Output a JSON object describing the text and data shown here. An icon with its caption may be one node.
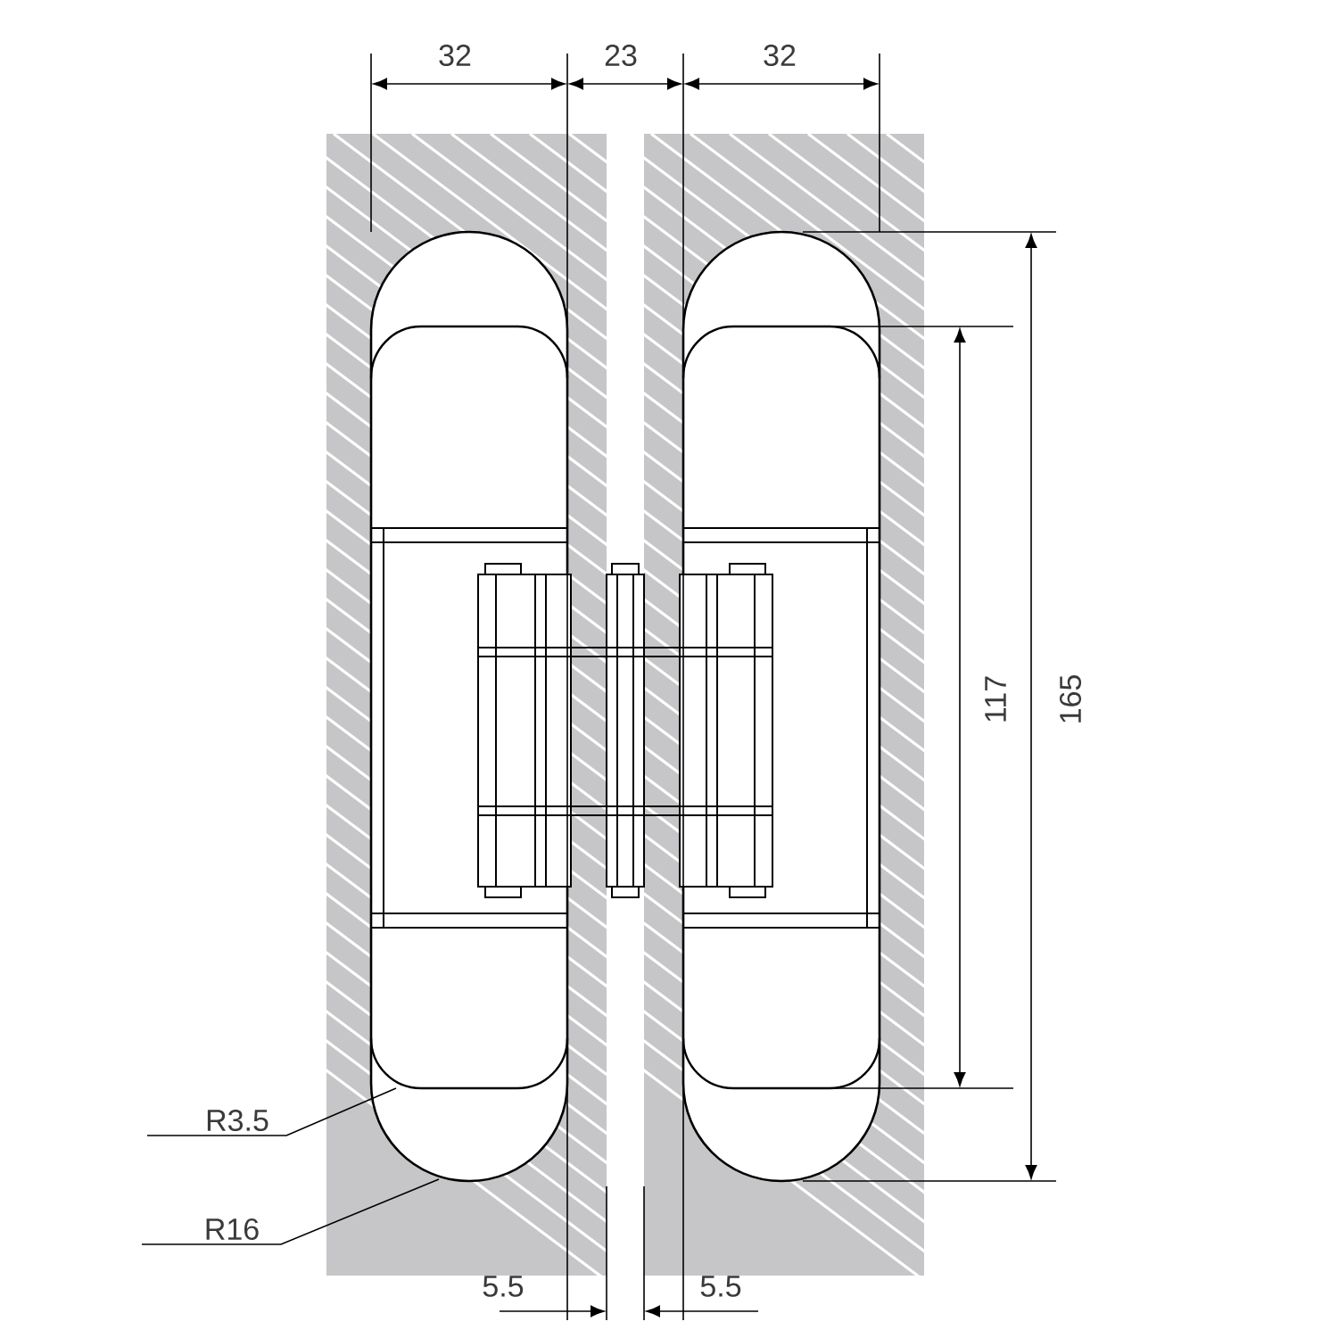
{
  "diagram": {
    "nodes": [
      {
        "text": [
          "R3.5"
        ]
      },
      {
        "text": [
          "R16"
        ]
      },
      {
        "text": [],
        "shape": "picture"
      }
    ],
    "edges": [
      {
        "from": 0,
        "to": 2,
        "arrow": "none"
      },
      {
        "from": 1,
        "to": 2,
        "arrow": "none"
      }
    ],
    "labels": [
      "32",
      "23",
      "32",
      "117",
      "165",
      "5.5",
      "5.5"
    ]
  }
}
